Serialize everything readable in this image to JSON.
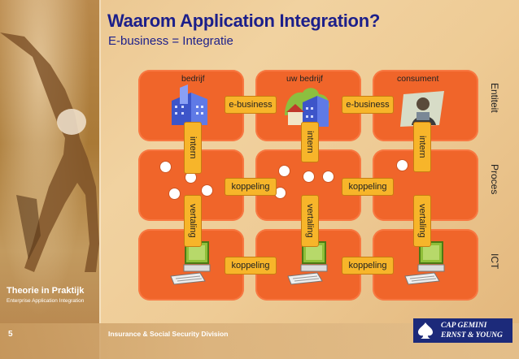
{
  "title": "Waarom Application Integration?",
  "subtitle": "E-business = Integratie",
  "diagram": {
    "columns": [
      "bedrijf",
      "uw bedrijf",
      "consument"
    ],
    "rows": [
      "Entiteit",
      "Proces",
      "ICT"
    ],
    "links": {
      "ebusiness": "e-business",
      "koppeling": "koppeling",
      "intern": "intern",
      "vertaling": "vertaling"
    }
  },
  "footer": {
    "theme": "Theorie in Praktijk",
    "theme_sub": "Enterprise Application Integration",
    "page": "5",
    "division": "Insurance & Social Security Division"
  },
  "logo": {
    "line1": "CAP GEMINI",
    "line2": "ERNST & YOUNG"
  },
  "colors": {
    "title": "#1c1f8a",
    "cell": "#f0652a",
    "pill": "#f7b52a",
    "logo_bg": "#1c2a7a"
  },
  "icons": [
    "building-icon",
    "building-tree-icon",
    "consumer-person-icon",
    "computer-icon"
  ]
}
